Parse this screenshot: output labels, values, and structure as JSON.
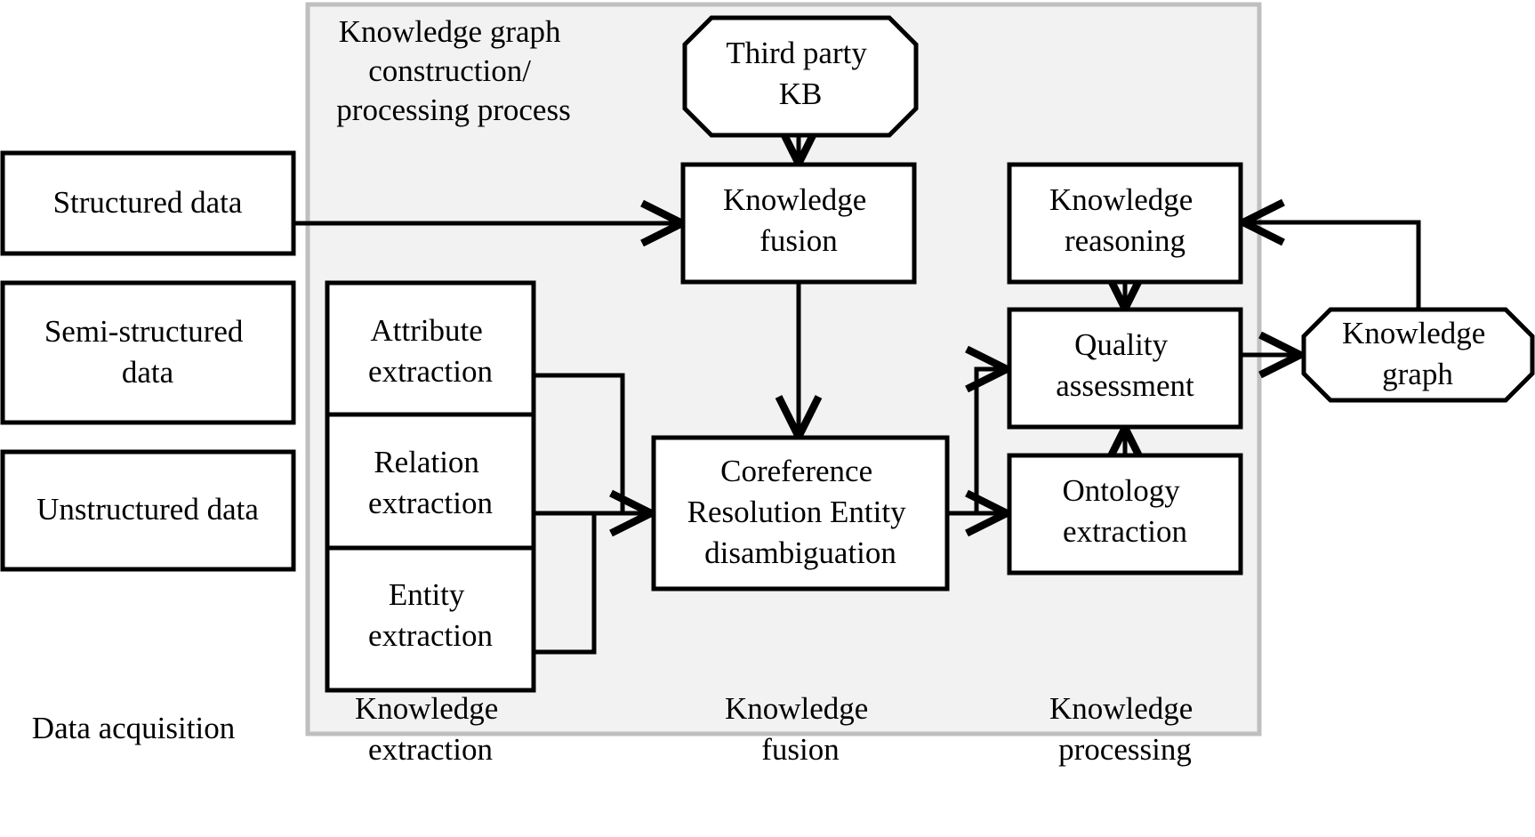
{
  "diagram": {
    "title_in_panel": [
      "Knowledge graph",
      "construction/",
      "processing process"
    ],
    "panel_color": "#f2f2f2",
    "panel_border_color": "#bfbfbf",
    "node_fill": "#ffffff",
    "node_stroke": "#000000",
    "nodes": {
      "structured_data": {
        "label": "Structured data",
        "lines": [
          "Structured data"
        ],
        "shape": "rect"
      },
      "semi_structured_data": {
        "label": "Semi-structured data",
        "lines": [
          "Semi-structured",
          "data"
        ],
        "shape": "rect"
      },
      "unstructured_data": {
        "label": "Unstructured data",
        "lines": [
          "Unstructured data"
        ],
        "shape": "rect"
      },
      "attribute_extraction": {
        "label": "Attribute extraction",
        "lines": [
          "Attribute",
          "extraction"
        ],
        "shape": "rect"
      },
      "relation_extraction": {
        "label": "Relation extraction",
        "lines": [
          "Relation",
          "extraction"
        ],
        "shape": "rect"
      },
      "entity_extraction": {
        "label": "Entity extraction",
        "lines": [
          "Entity",
          "extraction"
        ],
        "shape": "rect"
      },
      "third_party_kb": {
        "label": "Third party KB",
        "lines": [
          "Third party",
          "KB"
        ],
        "shape": "octagon"
      },
      "knowledge_fusion": {
        "label": "Knowledge fusion",
        "lines": [
          "Knowledge",
          "fusion"
        ],
        "shape": "rect"
      },
      "coreference_resolution": {
        "label": "Coreference Resolution Entity disambiguation",
        "lines": [
          "Coreference",
          "Resolution Entity",
          "disambiguation"
        ],
        "shape": "rect"
      },
      "knowledge_reasoning": {
        "label": "Knowledge reasoning",
        "lines": [
          "Knowledge",
          "reasoning"
        ],
        "shape": "rect"
      },
      "quality_assessment": {
        "label": "Quality assessment",
        "lines": [
          "Quality",
          "assessment"
        ],
        "shape": "rect"
      },
      "ontology_extraction": {
        "label": "Ontology extraction",
        "lines": [
          "Ontology",
          "extraction"
        ],
        "shape": "rect"
      },
      "knowledge_graph": {
        "label": "Knowledge graph",
        "lines": [
          "Knowledge",
          "graph"
        ],
        "shape": "octagon"
      }
    },
    "stage_labels": [
      {
        "id": "data-acquisition",
        "lines": [
          "Data acquisition"
        ]
      },
      {
        "id": "knowledge-extraction",
        "lines": [
          "Knowledge",
          "extraction"
        ]
      },
      {
        "id": "knowledge-fusion",
        "lines": [
          "Knowledge",
          "fusion"
        ]
      },
      {
        "id": "knowledge-processing",
        "lines": [
          "Knowledge",
          "processing"
        ]
      }
    ],
    "edges": [
      {
        "from": "structured_data",
        "to": "knowledge_fusion"
      },
      {
        "from": "third_party_kb",
        "to": "knowledge_fusion"
      },
      {
        "from": "knowledge_fusion",
        "to": "coreference_resolution"
      },
      {
        "from": "attribute_extraction",
        "to": "coreference_resolution"
      },
      {
        "from": "relation_extraction",
        "to": "coreference_resolution"
      },
      {
        "from": "entity_extraction",
        "to": "coreference_resolution"
      },
      {
        "from": "coreference_resolution",
        "to": "quality_assessment"
      },
      {
        "from": "coreference_resolution",
        "to": "ontology_extraction"
      },
      {
        "from": "ontology_extraction",
        "to": "quality_assessment"
      },
      {
        "from": "knowledge_reasoning",
        "to": "quality_assessment"
      },
      {
        "from": "quality_assessment",
        "to": "knowledge_graph"
      },
      {
        "from": "knowledge_graph",
        "to": "knowledge_reasoning"
      }
    ]
  }
}
